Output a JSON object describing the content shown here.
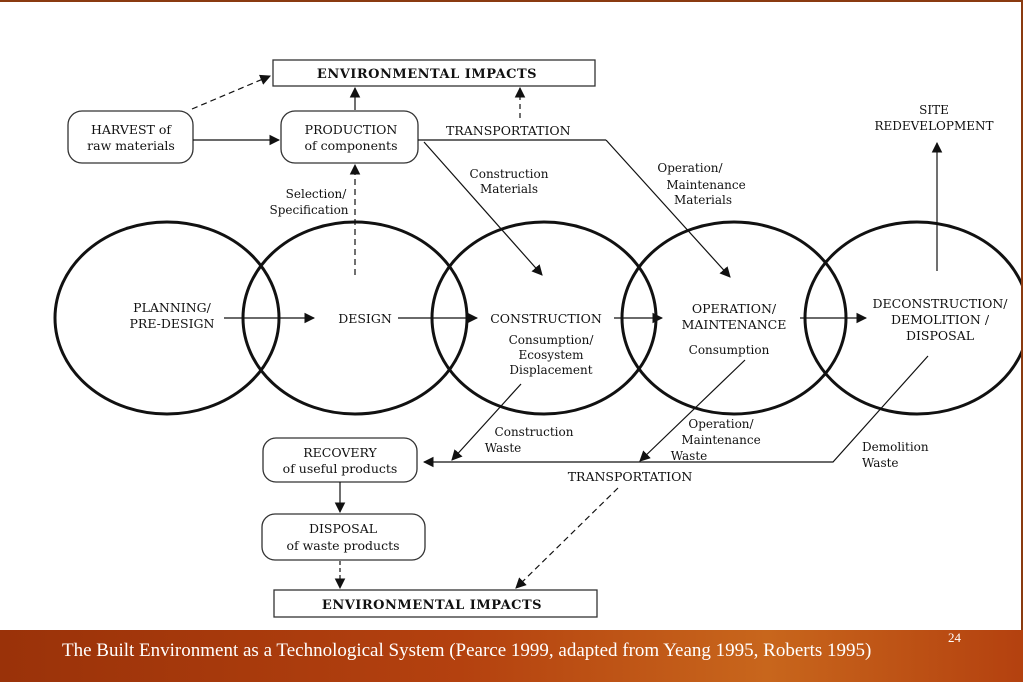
{
  "diagram": {
    "env_top": "ENVIRONMENTAL IMPACTS",
    "env_bottom": "ENVIRONMENTAL IMPACTS",
    "harvest": [
      "HARVEST of",
      "raw materials"
    ],
    "production": [
      "PRODUCTION",
      "of components"
    ],
    "transport_top": "TRANSPORTATION",
    "transport_bottom": "TRANSPORTATION",
    "site_redev": [
      "SITE",
      "REDEVELOPMENT"
    ],
    "selection": [
      "Selection/",
      "Specification"
    ],
    "construction_materials": [
      "Construction",
      "Materials"
    ],
    "operation_materials": [
      "Operation/",
      "Maintenance",
      "Materials"
    ],
    "planning": [
      "PLANNING/",
      "PRE-DESIGN"
    ],
    "design": "DESIGN",
    "construction": "CONSTRUCTION",
    "construction_sub": [
      "Consumption/",
      "Ecosystem",
      "Displacement"
    ],
    "operation": [
      "OPERATION/",
      "MAINTENANCE"
    ],
    "operation_sub": "Consumption",
    "deconstruction": [
      "DECONSTRUCTION/",
      "DEMOLITION /",
      "DISPOSAL"
    ],
    "recovery": [
      "RECOVERY",
      "of useful products"
    ],
    "disposal": [
      "DISPOSAL",
      "of waste products"
    ],
    "construction_waste": [
      "Construction",
      "Waste"
    ],
    "operation_waste": [
      "Operation/",
      "Maintenance",
      "Waste"
    ],
    "demolition_waste": [
      "Demolition",
      "Waste"
    ]
  },
  "footer": {
    "caption": "The Built Environment as a Technological System (Pearce 1999, adapted from Yeang 1995, Roberts 1995)",
    "page_number": "24"
  }
}
